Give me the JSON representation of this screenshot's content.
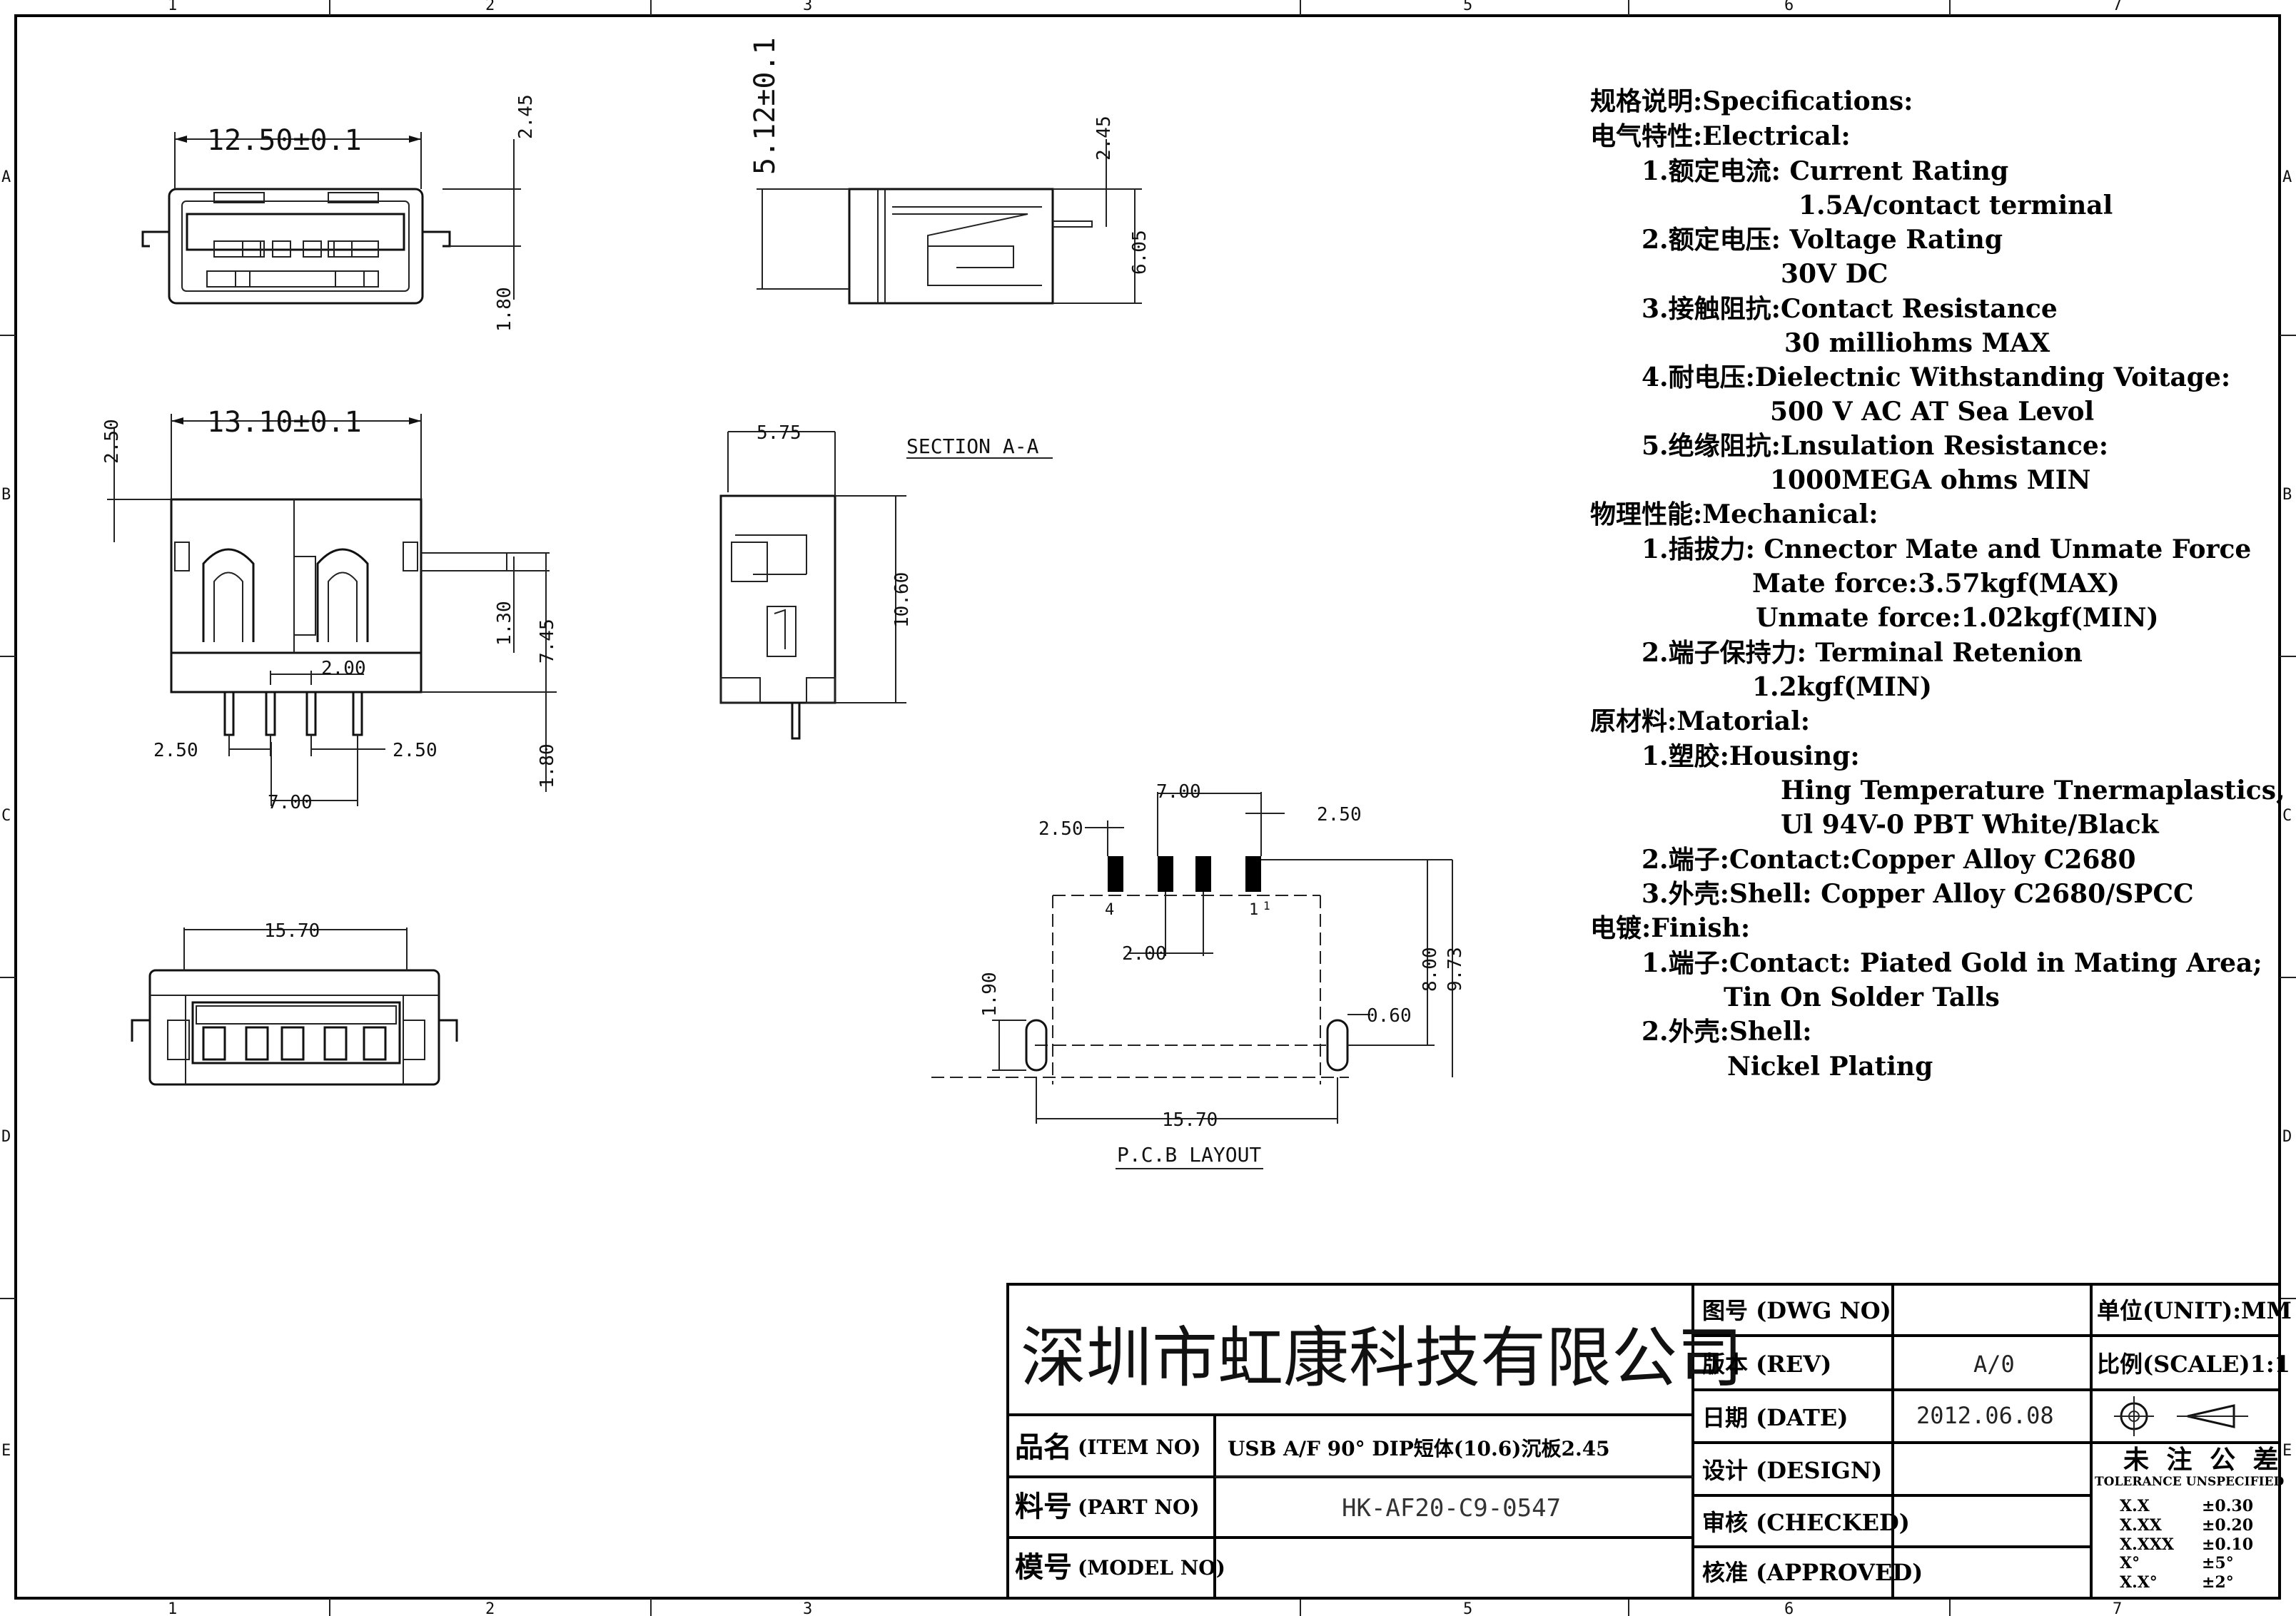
{
  "drawing": {
    "top_views": {
      "front_width": "12.50±0.1",
      "front_h1": "2.45",
      "front_h2": "1.80",
      "side_depth": "5.12±0.1",
      "side_h1": "2.45",
      "side_h2": "6.05",
      "top_width": "13.10±0.1",
      "top_d1": "2.50",
      "top_d2": "1.30",
      "top_d3": "7.45",
      "top_d4": "1.80",
      "top_pitch_center": "2.00",
      "top_pitch_left": "2.50",
      "top_pitch_right": "2.50",
      "top_pitch_total": "7.00",
      "section_width": "5.75",
      "section_height": "10.60",
      "section_label": "SECTION A-A",
      "bottom_width": "15.70"
    },
    "pcb": {
      "span_top": "7.00",
      "pitch_left": "2.50",
      "pitch_right": "2.50",
      "pitch_mid": "2.00",
      "depth1": "8.00",
      "depth2": "9.73",
      "slot_h": "1.90",
      "slot_w": "0.60",
      "span_bottom": "15.70",
      "pin_left": "4",
      "pin_right": "1",
      "pin_right_sup": "1",
      "label": "P.C.B LAYOUT"
    },
    "ruler_top": [
      "1",
      "2",
      "3",
      "5",
      "6",
      "7"
    ],
    "ruler_bottom": [
      "1",
      "2",
      "3",
      "5",
      "6",
      "7"
    ],
    "ruler_left": [
      "A",
      "B",
      "C",
      "D",
      "E"
    ],
    "ruler_right": [
      "A",
      "B",
      "C",
      "D",
      "E"
    ]
  },
  "specs": [
    {
      "indent": 0,
      "text": "规格说明:Specifications:"
    },
    {
      "indent": 0,
      "text": "电气特性:Electrical:"
    },
    {
      "indent": 1,
      "text": "1.额定电流: Current Rating"
    },
    {
      "indent": 3,
      "text": "1.5A/contact terminal"
    },
    {
      "indent": 1,
      "text": "2.额定电压: Voltage Rating"
    },
    {
      "indent": 2,
      "text": "30V DC"
    },
    {
      "indent": 1,
      "text": "3.接触阻抗:Contact Resistance"
    },
    {
      "indent": 2,
      "text": "30 milliohms MAX"
    },
    {
      "indent": 1,
      "text": "4.耐电压:Dielectnic Withstanding Voitage:"
    },
    {
      "indent": 2,
      "text": "500 V AC AT Sea Levol"
    },
    {
      "indent": 1,
      "text": "5.绝缘阻抗:Lnsulation Resistance:"
    },
    {
      "indent": 2,
      "text": "1000MEGA ohms MIN"
    },
    {
      "indent": 0,
      "text": "物理性能:Mechanical:"
    },
    {
      "indent": 1,
      "text": "1.插拔力: Cnnector Mate and Unmate Force"
    },
    {
      "indent": 2,
      "text": "Mate force:3.57kgf(MAX)"
    },
    {
      "indent": 2,
      "text": "Unmate force:1.02kgf(MIN)"
    },
    {
      "indent": 1,
      "text": "2.端子保持力: Terminal Retenion"
    },
    {
      "indent": 2,
      "text": "1.2kgf(MIN)"
    },
    {
      "indent": 0,
      "text": "原材料:Matorial:"
    },
    {
      "indent": 1,
      "text": "1.塑胶:Housing:"
    },
    {
      "indent": 2,
      "text": "Hing Temperature  Tnermaplastics,"
    },
    {
      "indent": 2,
      "text": "Ul 94V-0  PBT White/Black"
    },
    {
      "indent": 1,
      "text": "2.端子:Contact:Copper Alloy C2680"
    },
    {
      "indent": 1,
      "text": "3.外壳:Shell: Copper Alloy C2680/SPCC"
    },
    {
      "indent": 0,
      "text": "电镀:Finish:"
    },
    {
      "indent": 1,
      "text": "1.端子:Contact: Piated Gold in Mating Area;"
    },
    {
      "indent": 2,
      "text": "Tin On Solder Talls"
    },
    {
      "indent": 1,
      "text": "2.外壳:Shell:"
    },
    {
      "indent": 2,
      "text": "Nickel Plating"
    }
  ],
  "title_block": {
    "company": "深圳市虹康科技有限公司",
    "item_no_label": "品名",
    "item_no_en": "(ITEM NO)",
    "item_no_value": "USB A/F 90° DIP短体(10.6)沉板2.45",
    "part_no_label": "料号",
    "part_no_en": "(PART NO)",
    "part_no_value": "HK-AF20-C9-0547",
    "model_no_label": "模号",
    "model_no_en": "(MODEL NO)",
    "model_no_value": "",
    "dwg_no_label": "图号 (DWG NO)",
    "dwg_no_value": "",
    "rev_label": "版本 (REV)",
    "rev_value": "A/0",
    "date_label": "日期 (DATE)",
    "date_value": "2012.06.08",
    "design_label": "设计 (DESIGN)",
    "checked_label": "审核 (CHECKED)",
    "approved_label": "核准 (APPROVED)",
    "unit_label": "单位(UNIT):MM",
    "scale_label": "比例(SCALE)1:1",
    "tolerance_title": "未 注 公 差",
    "tolerance_sub": "TOLERANCE UNSPECIFIED",
    "tolerances": [
      {
        "k": "X.X",
        "v": "±0.30"
      },
      {
        "k": "X.XX",
        "v": "±0.20"
      },
      {
        "k": "X.XXX",
        "v": "±0.10"
      },
      {
        "k": "X°",
        "v": "±5°"
      },
      {
        "k": "X.X°",
        "v": "±2°"
      }
    ]
  }
}
